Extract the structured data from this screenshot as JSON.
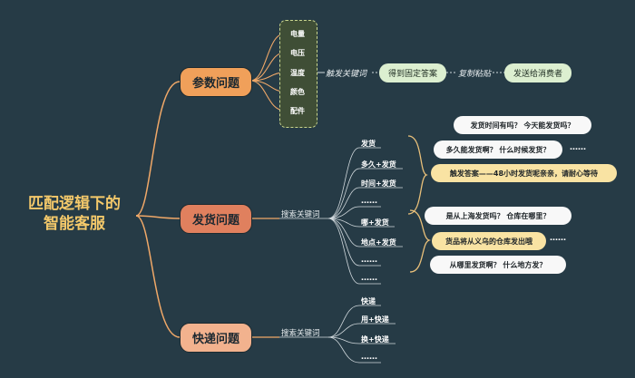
{
  "central": {
    "line1": "匹配逻辑下的",
    "line2": "智能客服"
  },
  "topics": {
    "params": "参数问题",
    "shipping": "发货问题",
    "express": "快递问题"
  },
  "params_attrs": [
    "电量",
    "电压",
    "温度",
    "颜色",
    "配件"
  ],
  "params_flow": {
    "trigger": "触发关键词",
    "fixed_answer": "得到固定答案",
    "copy_paste": "复制粘贴",
    "send": "发送给消费者"
  },
  "search_keyword": "搜索关键词",
  "shipping_leaves": [
    "发货",
    "多久+发货",
    "时间+发货",
    "……",
    "哪+发货",
    "地点+发货",
    "……",
    "……"
  ],
  "shipping_group1": {
    "q1": "发货时间有吗？  今天能发货吗？",
    "q2": "多久能发货啊？ 什么时候发货？",
    "q2_more": "……",
    "answer": "触发答案——48小时发货呢亲亲，请耐心等待"
  },
  "shipping_group2": {
    "q1": "是从上海发货吗？  仓库在哪里？",
    "answer": "货品将从义乌的仓库发出哦",
    "answer_more": "……",
    "q2": "从哪里发货啊？  什么地方发？"
  },
  "express_leaves": [
    "快递",
    "用+快递",
    "换+快递",
    "……"
  ],
  "colors": {
    "background": "#263b46",
    "params_topic": "#f0a05a",
    "shipping_topic": "#e0805e",
    "express_topic": "#f2b28e",
    "central_text": "#f3c86a",
    "branch_line": "#f0a868"
  }
}
